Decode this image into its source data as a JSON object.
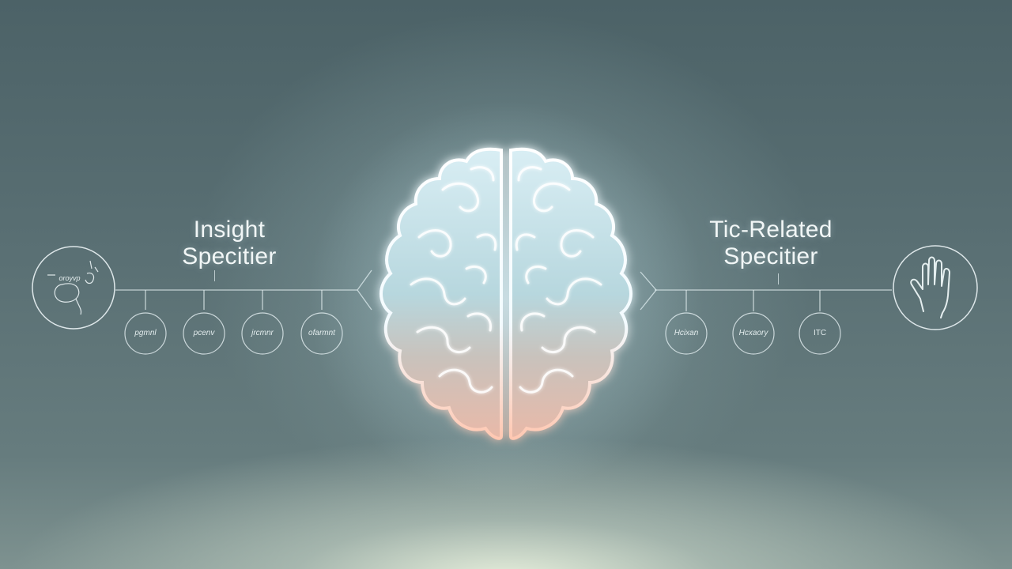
{
  "left_panel": {
    "heading_line1": "Insight",
    "heading_line2": "Specitier",
    "icon": "thought-bubble-icon",
    "icon_label": "oroyvp",
    "nodes": [
      "pgmnl",
      "pcenv",
      "jrcmnr",
      "ofarmnt"
    ]
  },
  "right_panel": {
    "heading_line1": "Tic-Related",
    "heading_line2": "Specitier",
    "icon": "raised-hand-icon",
    "nodes": [
      "Hcixan",
      "Hcxaory",
      "ITC"
    ]
  },
  "center": {
    "icon": "brain-icon"
  },
  "colors": {
    "background_top": "#4c6267",
    "background_bottom": "#7e9290",
    "line": "#e6eff0",
    "brain_glow": "#d8f4ff",
    "brain_warm": "#f3b8a4"
  }
}
